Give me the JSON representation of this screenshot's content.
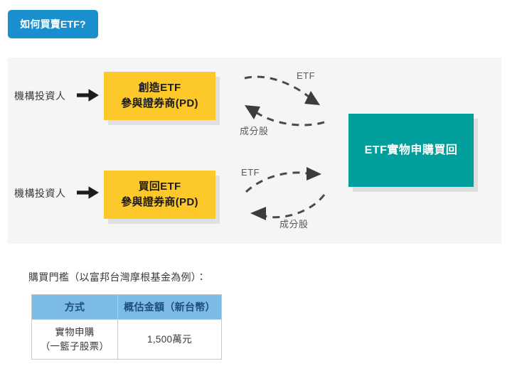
{
  "header": {
    "badge_label": "如何買賣ETF?"
  },
  "diagram": {
    "rows": [
      {
        "actor_label": "機構投資人",
        "arrow_icon": "arrow-right-icon",
        "box_line1": "創造ETF",
        "box_line2": "參與證券商(PD)",
        "flow_forward_label": "ETF",
        "flow_return_label": "成分股"
      },
      {
        "actor_label": "機構投資人",
        "arrow_icon": "arrow-right-icon",
        "box_line1": "買回ETF",
        "box_line2": "參與證券商(PD)",
        "flow_forward_label": "ETF",
        "flow_return_label": "成分股"
      }
    ],
    "target_box_label": "ETF實物申購買回"
  },
  "table_section": {
    "caption": "購買門檻（以富邦台灣摩根基金為例）：",
    "headers": [
      "方式",
      "概估金額（新台幣）"
    ],
    "rows": [
      {
        "method_line1": "實物申購",
        "method_line2": "（一籃子股票）",
        "amount": "1,500萬元"
      }
    ]
  },
  "colors": {
    "badge_blue": "#1a8fce",
    "panel_gray": "#f5f5f5",
    "pd_yellow": "#fdc82a",
    "target_teal": "#019e9b",
    "shadow_gray": "#e0e0e0",
    "table_header_blue": "#7cbbe3",
    "table_header_text": "#1f4e79",
    "arrow_dark": "#4a4a4a"
  }
}
